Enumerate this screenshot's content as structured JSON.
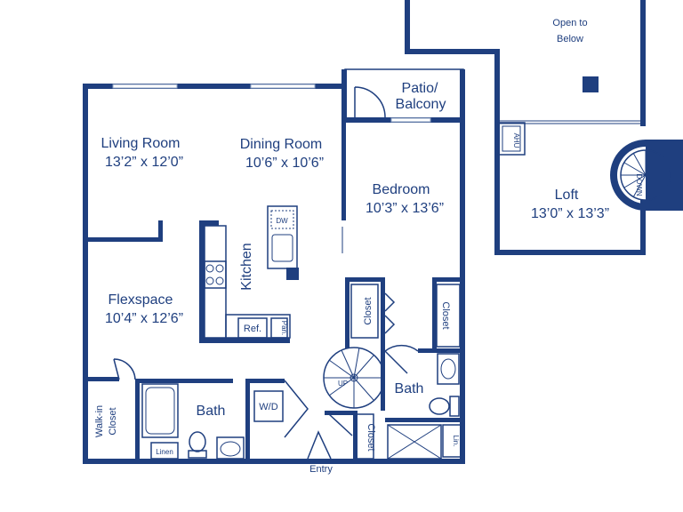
{
  "colors": {
    "wall": "#1f3f7f",
    "window": "#8fa3c4",
    "background": "#ffffff"
  },
  "rooms": {
    "living": {
      "name": "Living Room",
      "dims": "13’2” x 12’0”"
    },
    "dining": {
      "name": "Dining Room",
      "dims": "10’6” x 10’6”"
    },
    "bedroom": {
      "name": "Bedroom",
      "dims": "10’3” x 13’6”"
    },
    "flex": {
      "name": "Flexspace",
      "dims": "10’4” x 12’6”"
    },
    "loft": {
      "name": "Loft",
      "dims": "13’0” x 13’3”"
    },
    "patio": {
      "line1": "Patio/",
      "line2": "Balcony"
    },
    "open_below": {
      "line1": "Open to",
      "line2": "Below"
    }
  },
  "labels": {
    "kitchen": "Kitchen",
    "dw": "DW",
    "ref": "Ref.",
    "pan": "Pan.",
    "bath_main": "Bath",
    "bath_bed": "Bath",
    "wd": "W/D",
    "linen_main": "Linen",
    "linen_bed": "Lin.",
    "closet_bed": "Closet",
    "closet_right": "Closet",
    "closet_entry": "Closet",
    "walkin_1": "Walk-in",
    "walkin_2": "Closet",
    "entry": "Entry",
    "ahu": "AHU",
    "stair_up": "UP",
    "stair_down": "DOWN"
  },
  "icons": [
    "spiral-stair-icon",
    "door-swing-icon",
    "toilet-icon",
    "sink-icon",
    "cooktop-icon",
    "tub-icon",
    "shower-icon"
  ]
}
